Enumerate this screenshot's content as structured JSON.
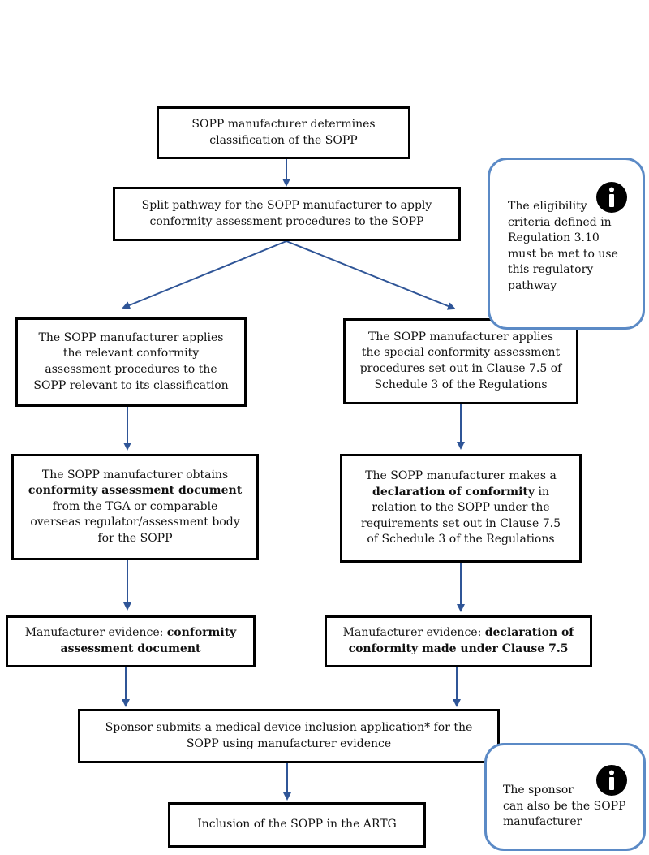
{
  "nodes": {
    "classify": {
      "lines": [
        "SOPP manufacturer determines",
        "classification of the SOPP"
      ]
    },
    "split": {
      "lines": [
        "Split pathway for the SOPP manufacturer to apply",
        "conformity assessment procedures to the SOPP"
      ]
    },
    "left_apply": {
      "lines": [
        "The SOPP manufacturer applies",
        "the relevant conformity",
        "assessment procedures to the",
        "SOPP relevant to its classification"
      ]
    },
    "right_apply": {
      "lines": [
        "The SOPP manufacturer applies",
        "the special conformity assessment",
        "procedures set out in Clause 7.5 of",
        "Schedule 3 of the Regulations"
      ]
    },
    "left_obtain": {
      "line1": "The SOPP manufacturer obtains",
      "bold": "conformity assessment document",
      "rest": [
        "from the TGA or comparable",
        "overseas regulator/assessment body",
        "for the SOPP"
      ]
    },
    "right_declare": {
      "line1": "The SOPP manufacturer makes a",
      "bold": "declaration of conformity",
      "bold_suffix": " in",
      "rest": [
        "relation to the SOPP under the",
        "requirements set out in Clause 7.5",
        "of Schedule 3 of the Regulations"
      ]
    },
    "left_evidence": {
      "prefix": "Manufacturer evidence: ",
      "bold1": "conformity",
      "bold2": "assessment document"
    },
    "right_evidence": {
      "prefix": "Manufacturer evidence: ",
      "bold1": "declaration of",
      "bold2": "conformity made under Clause 7.5"
    },
    "sponsor": {
      "lines": [
        "Sponsor submits a medical device inclusion application* for the",
        "SOPP using manufacturer evidence"
      ]
    },
    "inclusion": {
      "lines": [
        "Inclusion of the SOPP in the ARTG"
      ]
    }
  },
  "callouts": {
    "eligibility": {
      "icon": "info-icon",
      "lines": [
        "The eligibility",
        "criteria defined in",
        "Regulation 3.10",
        "must be met to use",
        "this regulatory",
        "pathway"
      ]
    },
    "sponsor_note": {
      "icon": "info-icon",
      "lines": [
        "The sponsor",
        "can also be the SOPP",
        "manufacturer"
      ]
    }
  },
  "colors": {
    "arrow": "#2f5597",
    "callout_border": "#5b8ac6",
    "box_border": "#000000"
  }
}
